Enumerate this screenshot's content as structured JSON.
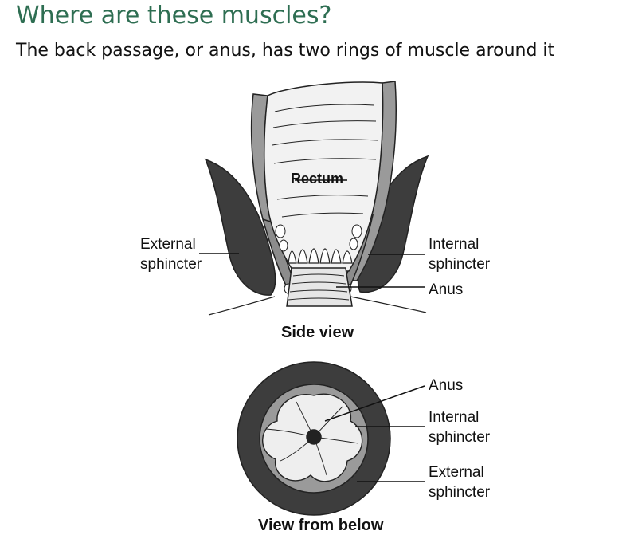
{
  "heading": "Where are these muscles?",
  "subheading": "The back passage, or anus, has two rings of muscle around it",
  "side_view": {
    "caption": "Side view",
    "labels": {
      "rectum": "Rectum",
      "external_line1": "External",
      "external_line2": "sphincter",
      "internal_line1": "Internal",
      "internal_line2": "sphincter",
      "anus": "Anus"
    }
  },
  "bottom_view": {
    "caption": "View from below",
    "labels": {
      "anus": "Anus",
      "internal_line1": "Internal",
      "internal_line2": "sphincter",
      "external_line1": "External",
      "external_line2": "sphincter"
    }
  },
  "colors": {
    "heading": "#2e6e52",
    "external_muscle": "#3d3d3d",
    "internal_muscle": "#9a9a9a",
    "tissue": "#f2f2f2",
    "outline": "#222222"
  }
}
